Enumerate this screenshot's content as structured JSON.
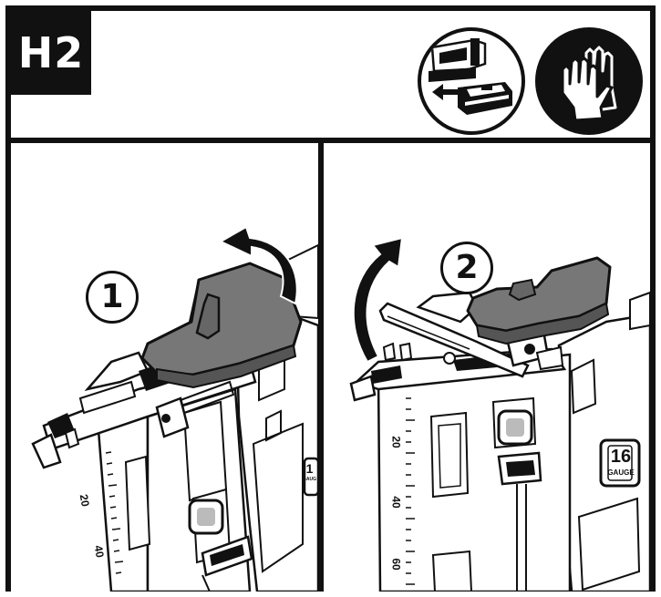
{
  "header": {
    "step_code": "H2"
  },
  "icons": {
    "battery": "remove-battery-icon",
    "gloves": "wear-gloves-icon"
  },
  "panels": [
    {
      "step_number": "1",
      "scale_labels": [
        "20",
        "40"
      ],
      "badge_text": "1",
      "badge_subtext": "GAUGE"
    },
    {
      "step_number": "2",
      "scale_labels": [
        "20",
        "40",
        "60"
      ],
      "badge_text": "16",
      "badge_subtext": "GAUGE"
    }
  ],
  "colors": {
    "ink": "#111111",
    "lever_gray": "#777777",
    "paper": "#ffffff"
  }
}
